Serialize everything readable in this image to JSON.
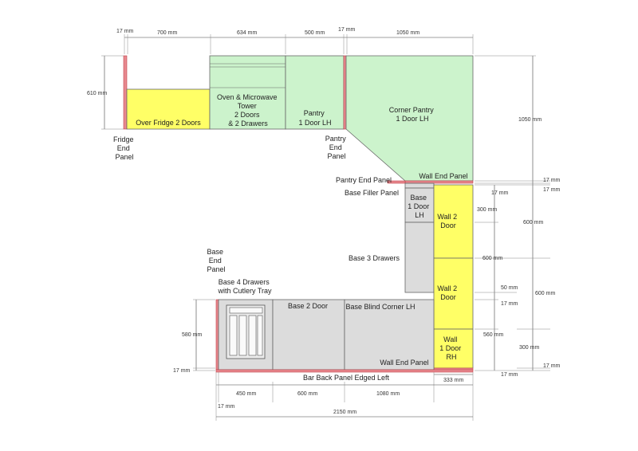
{
  "dims": {
    "top_17a": "17 mm",
    "top_700": "700 mm",
    "top_634": "634 mm",
    "top_500": "500 mm",
    "top_17b": "17 mm",
    "top_1050": "1050 mm",
    "left_610": "610 mm",
    "right_1050": "1050 mm",
    "right_17a": "17 mm",
    "right_17b": "17 mm",
    "right_17c": "17 mm",
    "right_600a": "600 mm",
    "mid_300": "300 mm",
    "mid_600": "600 mm",
    "mid_50": "50 mm",
    "mid_17": "17 mm",
    "mid_560": "560 mm",
    "right_600b": "600 mm",
    "right_300": "300 mm",
    "right_17d": "17 mm",
    "mid_17b": "17 mm",
    "left_580": "580 mm",
    "left_17": "17 mm",
    "bottom_333": "333 mm",
    "bottom_17": "17 mm",
    "bottom_450": "450 mm",
    "bottom_600": "600 mm",
    "bottom_1080": "1080 mm",
    "bottom_2150": "2150 mm"
  },
  "labels": {
    "fridge_end_panel": [
      "Fridge",
      "End",
      "Panel"
    ],
    "over_fridge": "Over Fridge 2 Doors",
    "oven_tower": [
      "Oven & Microwave",
      "Tower",
      "2 Doors",
      "& 2 Drawers"
    ],
    "pantry": [
      "Pantry",
      "1 Door LH"
    ],
    "corner_pantry": [
      "Corner Pantry",
      "1 Door LH"
    ],
    "pantry_end_panel_a": [
      "Pantry",
      "End",
      "Panel"
    ],
    "wall_end_panel_top": "Wall End Panel",
    "pantry_end_panel_b": "Pantry End Panel",
    "base_filler_panel": "Base Filler Panel",
    "base_1door": [
      "Base",
      "1 Door",
      "LH"
    ],
    "wall_2door_a": [
      "Wall 2",
      "Door"
    ],
    "wall_2door_b": [
      "Wall 2",
      "Door"
    ],
    "wall_1door_rh": [
      "Wall",
      "1 Door",
      "RH"
    ],
    "base_3_drawers": "Base 3 Drawers",
    "base_end_panel": [
      "Base",
      "End",
      "Panel"
    ],
    "base_4_drawers": [
      "Base 4 Drawers",
      "with Cutlery Tray"
    ],
    "base_2_door": "Base 2 Door",
    "base_blind_corner": "Base Blind Corner LH",
    "wall_end_panel_bottom": "Wall End Panel",
    "bar_back_panel": "Bar Back Panel Edged Left"
  },
  "colors": {
    "tall_unit": "#ccf3cc",
    "wall_unit": "#ffff66",
    "base_unit": "#dcdcdc",
    "end_panel": "#e8898f"
  }
}
